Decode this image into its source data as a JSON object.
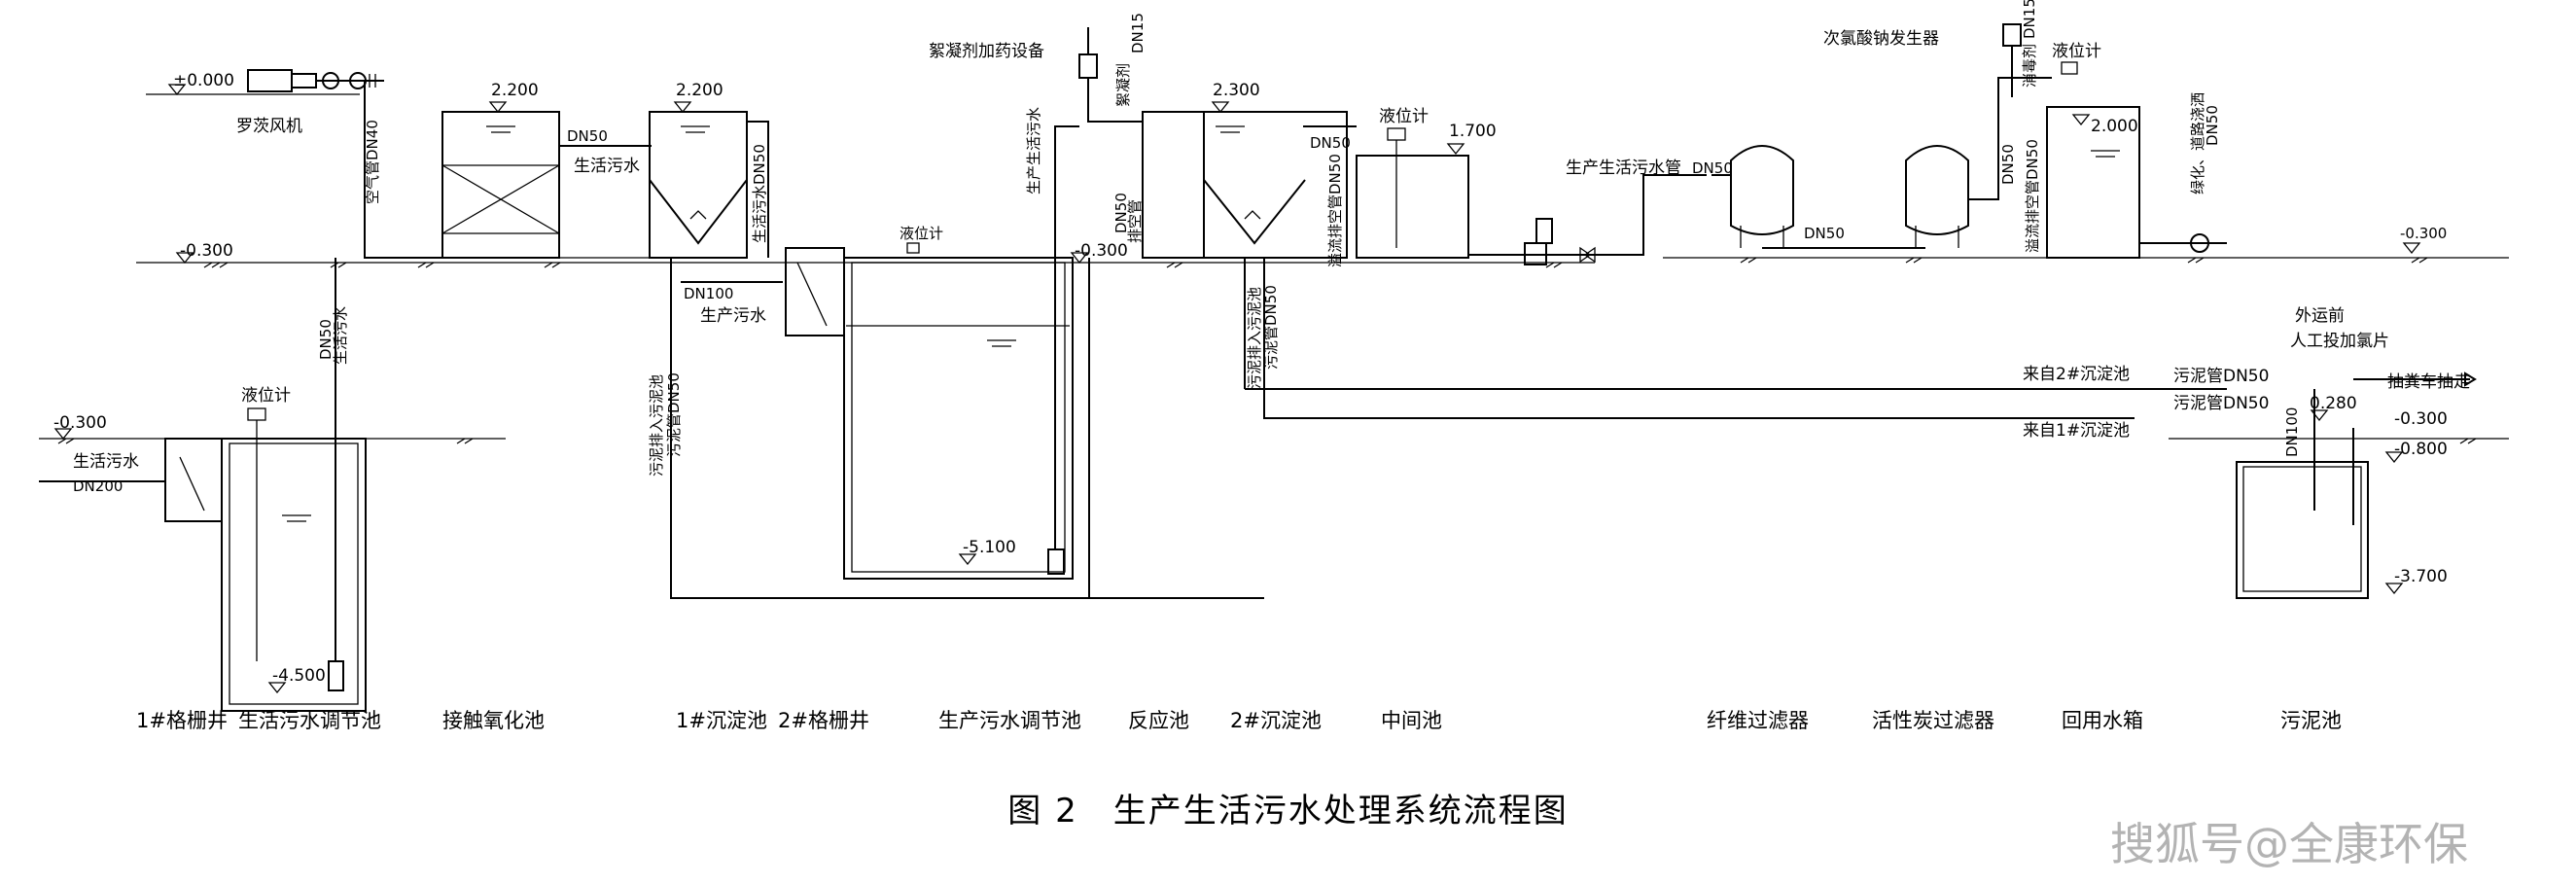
{
  "caption": "图 2　生产生活污水处理系统流程图",
  "watermark": "搜狐号@全康环保",
  "units": [
    "1#格栅井",
    "生活污水调节池",
    "接触氧化池",
    "1#沉淀池",
    "2#格栅井",
    "生产污水调节池",
    "反应池",
    "2#沉淀池",
    "中间池",
    "纤维过滤器",
    "活性炭过滤器",
    "回用水箱",
    "污泥池"
  ],
  "equipment": {
    "blower": "罗茨风机",
    "flocculant": "絮凝剂加药设备",
    "hypochlorite": "次氯酸钠发生器",
    "level_gauge": "液位计"
  },
  "elevations": {
    "ground": "±0.000",
    "contact_oxidation": "2.200",
    "settler1": "2.200",
    "settler2": "2.300",
    "mid_tank": "1.700",
    "reuse_tank": "2.000",
    "ground_left": "-0.300",
    "ground_prod": "-0.300",
    "ground_right": "-0.300",
    "sludge_ground": "-0.300",
    "domestic_bottom": "-4.500",
    "prod_bottom": "-5.100",
    "sludge_top": "0.280",
    "sludge_level": "-0.800",
    "sludge_bottom": "-3.700",
    "domestic_ground": "-0.300"
  },
  "pipes": {
    "air": "空气管DN40",
    "dn50": "DN50",
    "dom_sewage": "生活污水",
    "dom_sewage_dn50": "生活污水DN50",
    "dn100": "DN100",
    "prod_sewage": "生产污水",
    "dn50_dom_vert": "DN50",
    "dom_sewage_vert": "生活污水",
    "dn200": "DN200",
    "dom_sewage_in": "生活污水",
    "sludge_a": "污泥排入污泥池",
    "sludge_a2": "污泥管DN50",
    "sludge_b": "污泥排入污泥池",
    "sludge_b2": "污泥管DN50",
    "prod_sewage_up": "生产生活污水",
    "dn50_up": "DN50",
    "empty_pipe": "排空管",
    "flocculant_pipe": "絮凝剂",
    "dn15_a": "DN15",
    "dn50_mid": "DN50",
    "overflow": "溢流排空管DN50",
    "prod_dom_pipe": "生产生活污水管",
    "dn50_filter": "DN50",
    "dn50_filter2": "DN50",
    "dn50_hypo": "DN50",
    "disinfect": "消毒剂",
    "dn15_b": "DN15",
    "overflow2": "溢流排空管DN50",
    "greening": "绿化、道路浇洒",
    "dn50_green": "DN50",
    "sludge_pipe1": "污泥管DN50",
    "sludge_pipe2": "污泥管DN50",
    "from2": "来自2#沉淀池",
    "from1": "来自1#沉淀池",
    "dn100_sludge": "DN100",
    "outbound": "外运前",
    "manual": "人工投加氯片",
    "truck": "抽粪车抽走"
  }
}
